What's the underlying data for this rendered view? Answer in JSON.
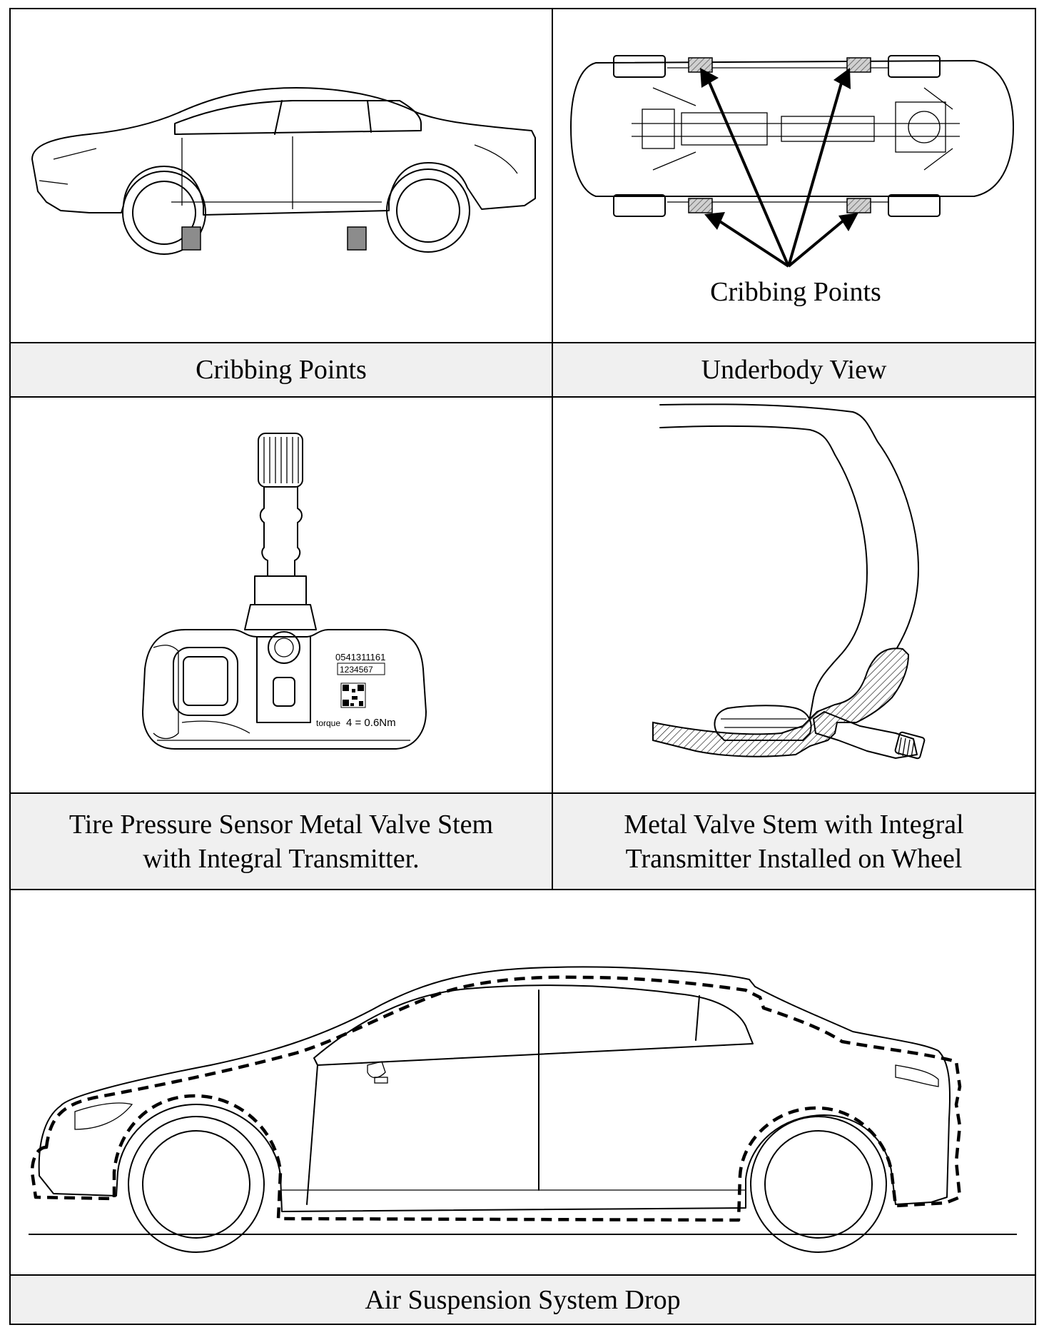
{
  "panels": {
    "cribbing": {
      "caption": "Cribbing Points"
    },
    "underbody": {
      "caption": "Underbody View",
      "callout": "Cribbing Points"
    },
    "sensor": {
      "caption_line1": "Tire Pressure Sensor Metal Valve Stem",
      "caption_line2": "with Integral Transmitter.",
      "part_number": "0541311161",
      "serial": "1234567",
      "torque_label": "torque",
      "torque_value": "4 = 0.6Nm"
    },
    "wheel": {
      "caption_line1": "Metal Valve Stem with Integral",
      "caption_line2": "Transmitter Installed on Wheel"
    },
    "suspension": {
      "caption": "Air Suspension System Drop"
    }
  }
}
